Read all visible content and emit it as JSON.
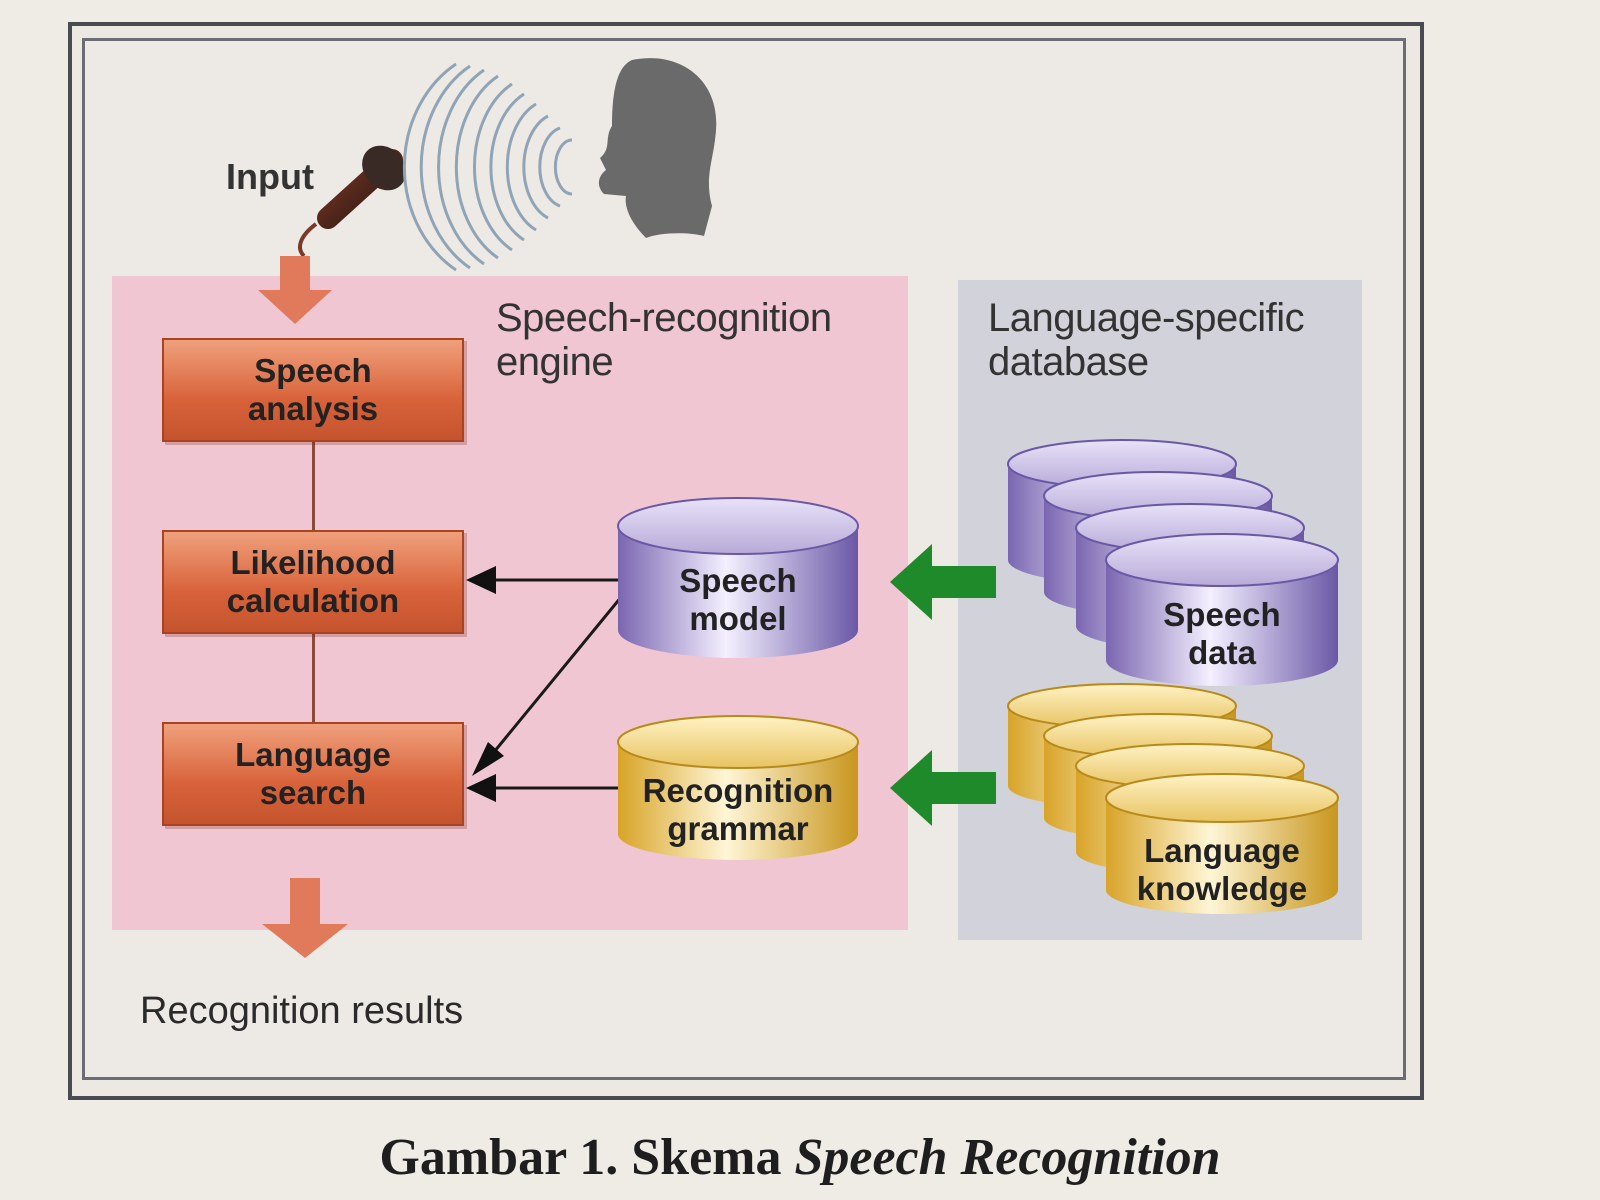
{
  "labels": {
    "input": "Input",
    "engine_title": "Speech-recognition\nengine",
    "db_title": "Language-specific\ndatabase",
    "output": "Recognition results"
  },
  "engine_boxes": [
    {
      "id": "speech_analysis",
      "label": "Speech\nanalysis"
    },
    {
      "id": "likelihood_calculation",
      "label": "Likelihood\ncalculation"
    },
    {
      "id": "language_search",
      "label": "Language\nsearch"
    }
  ],
  "models": {
    "speech_model": "Speech\nmodel",
    "recognition_grammar": "Recognition\ngrammar"
  },
  "databases": {
    "speech_data": "Speech\ndata",
    "language_knowledge": "Language\nknowledge"
  },
  "caption": {
    "prefix": "Gambar 1. Skema ",
    "italic": "Speech Recognition"
  },
  "colors": {
    "engine_panel": "#f0c6d2",
    "database_panel": "#d2d2da",
    "process_box": "#d8623a",
    "speech_drum": "#9a86c8",
    "grammar_drum": "#e8c058",
    "data_flow_arrow": "#1f8a2a",
    "io_arrow": "#e07a5a"
  },
  "icons": [
    "microphone-icon",
    "sound-waves-icon",
    "speaking-head-icon"
  ]
}
